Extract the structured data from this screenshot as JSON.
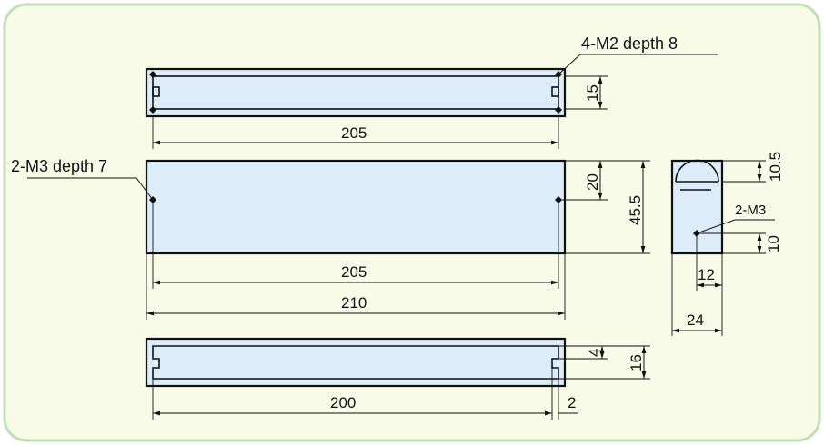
{
  "colors": {
    "panel_background": "#f8fbe8",
    "panel_border": "#bfe0b4",
    "part_fill": "#dcecf8",
    "line": "#111111"
  },
  "callouts": {
    "top_holes": "4-M2  depth 8",
    "front_holes": "2-M3  depth 7",
    "side_hole": "2-M3"
  },
  "dimensions": {
    "top_length": "205",
    "top_height": "15",
    "front_hole_span": "205",
    "front_length": "210",
    "front_hole_height": "20",
    "front_height": "45.5",
    "side_top": "10.5",
    "side_hole_height": "10",
    "side_hole_offset": "12",
    "side_width": "24",
    "bottom_inner_length": "200",
    "bottom_step": "2",
    "bottom_groove": "4",
    "bottom_height": "16"
  }
}
